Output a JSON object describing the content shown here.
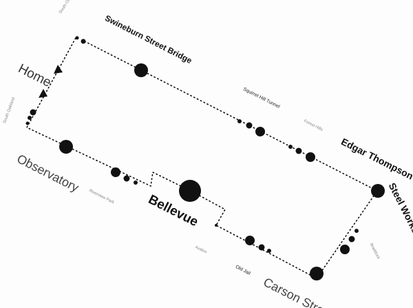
{
  "labels": {
    "swineburn_bridge": "Swineburn Street Bridge",
    "home": "Home",
    "observatory": "Observatory",
    "riverview_park": "Riverview Park",
    "bellevue": "Bellevue",
    "squirrel_hill_tunnel": "Squirrel Hill Tunnel",
    "forest_hills": "Forest Hills",
    "edgar_thompson": "Edgar Thompson",
    "steel_works": "Steel Works",
    "braddock": "Braddock",
    "avalon": "Avalon",
    "old_jail": "Old Jail",
    "carson_street": "Carson Street",
    "south_oakland_top": "South Oakland",
    "south_oakland_left": "South Oakland"
  },
  "colors": {
    "route": "#111111",
    "background": "#fdfdfd",
    "minor_text": "#888888"
  }
}
